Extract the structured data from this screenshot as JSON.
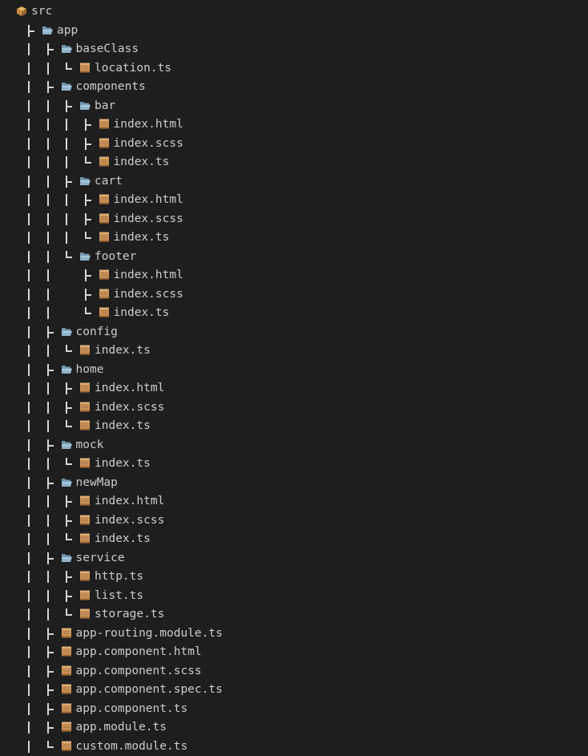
{
  "colors": {
    "background": "#1e1e1e",
    "text": "#cccccc",
    "tree_lines": "#d4d4d4",
    "folder_icon": "#8fb3c9",
    "file_icon": "#c9915a",
    "package_icon": "#c8893e"
  },
  "icons": {
    "root": "package-icon",
    "folder": "open-folder-icon",
    "file": "scroll-file-icon"
  },
  "tree": [
    {
      "name": "src",
      "depth": 0,
      "type": "root",
      "last": true
    },
    {
      "name": "app",
      "depth": 1,
      "type": "folder",
      "last": false
    },
    {
      "name": "baseClass",
      "depth": 2,
      "type": "folder",
      "last": false
    },
    {
      "name": "location.ts",
      "depth": 3,
      "type": "file",
      "last": true
    },
    {
      "name": "components",
      "depth": 2,
      "type": "folder",
      "last": false
    },
    {
      "name": "bar",
      "depth": 3,
      "type": "folder",
      "last": false
    },
    {
      "name": "index.html",
      "depth": 4,
      "type": "file",
      "last": false
    },
    {
      "name": "index.scss",
      "depth": 4,
      "type": "file",
      "last": false
    },
    {
      "name": "index.ts",
      "depth": 4,
      "type": "file",
      "last": true
    },
    {
      "name": "cart",
      "depth": 3,
      "type": "folder",
      "last": false
    },
    {
      "name": "index.html",
      "depth": 4,
      "type": "file",
      "last": false
    },
    {
      "name": "index.scss",
      "depth": 4,
      "type": "file",
      "last": false
    },
    {
      "name": "index.ts",
      "depth": 4,
      "type": "file",
      "last": true
    },
    {
      "name": "footer",
      "depth": 3,
      "type": "folder",
      "last": true
    },
    {
      "name": "index.html",
      "depth": 4,
      "type": "file",
      "last": false
    },
    {
      "name": "index.scss",
      "depth": 4,
      "type": "file",
      "last": false
    },
    {
      "name": "index.ts",
      "depth": 4,
      "type": "file",
      "last": true
    },
    {
      "name": "config",
      "depth": 2,
      "type": "folder",
      "last": false
    },
    {
      "name": "index.ts",
      "depth": 3,
      "type": "file",
      "last": true
    },
    {
      "name": "home",
      "depth": 2,
      "type": "folder",
      "last": false
    },
    {
      "name": "index.html",
      "depth": 3,
      "type": "file",
      "last": false
    },
    {
      "name": "index.scss",
      "depth": 3,
      "type": "file",
      "last": false
    },
    {
      "name": "index.ts",
      "depth": 3,
      "type": "file",
      "last": true
    },
    {
      "name": "mock",
      "depth": 2,
      "type": "folder",
      "last": false
    },
    {
      "name": "index.ts",
      "depth": 3,
      "type": "file",
      "last": true
    },
    {
      "name": "newMap",
      "depth": 2,
      "type": "folder",
      "last": false
    },
    {
      "name": "index.html",
      "depth": 3,
      "type": "file",
      "last": false
    },
    {
      "name": "index.scss",
      "depth": 3,
      "type": "file",
      "last": false
    },
    {
      "name": "index.ts",
      "depth": 3,
      "type": "file",
      "last": true
    },
    {
      "name": "service",
      "depth": 2,
      "type": "folder",
      "last": false
    },
    {
      "name": "http.ts",
      "depth": 3,
      "type": "file",
      "last": false
    },
    {
      "name": "list.ts",
      "depth": 3,
      "type": "file",
      "last": false
    },
    {
      "name": "storage.ts",
      "depth": 3,
      "type": "file",
      "last": true
    },
    {
      "name": "app-routing.module.ts",
      "depth": 2,
      "type": "file",
      "last": false
    },
    {
      "name": "app.component.html",
      "depth": 2,
      "type": "file",
      "last": false
    },
    {
      "name": "app.component.scss",
      "depth": 2,
      "type": "file",
      "last": false
    },
    {
      "name": "app.component.spec.ts",
      "depth": 2,
      "type": "file",
      "last": false
    },
    {
      "name": "app.component.ts",
      "depth": 2,
      "type": "file",
      "last": false
    },
    {
      "name": "app.module.ts",
      "depth": 2,
      "type": "file",
      "last": false
    },
    {
      "name": "custom.module.ts",
      "depth": 2,
      "type": "file",
      "last": true
    }
  ]
}
